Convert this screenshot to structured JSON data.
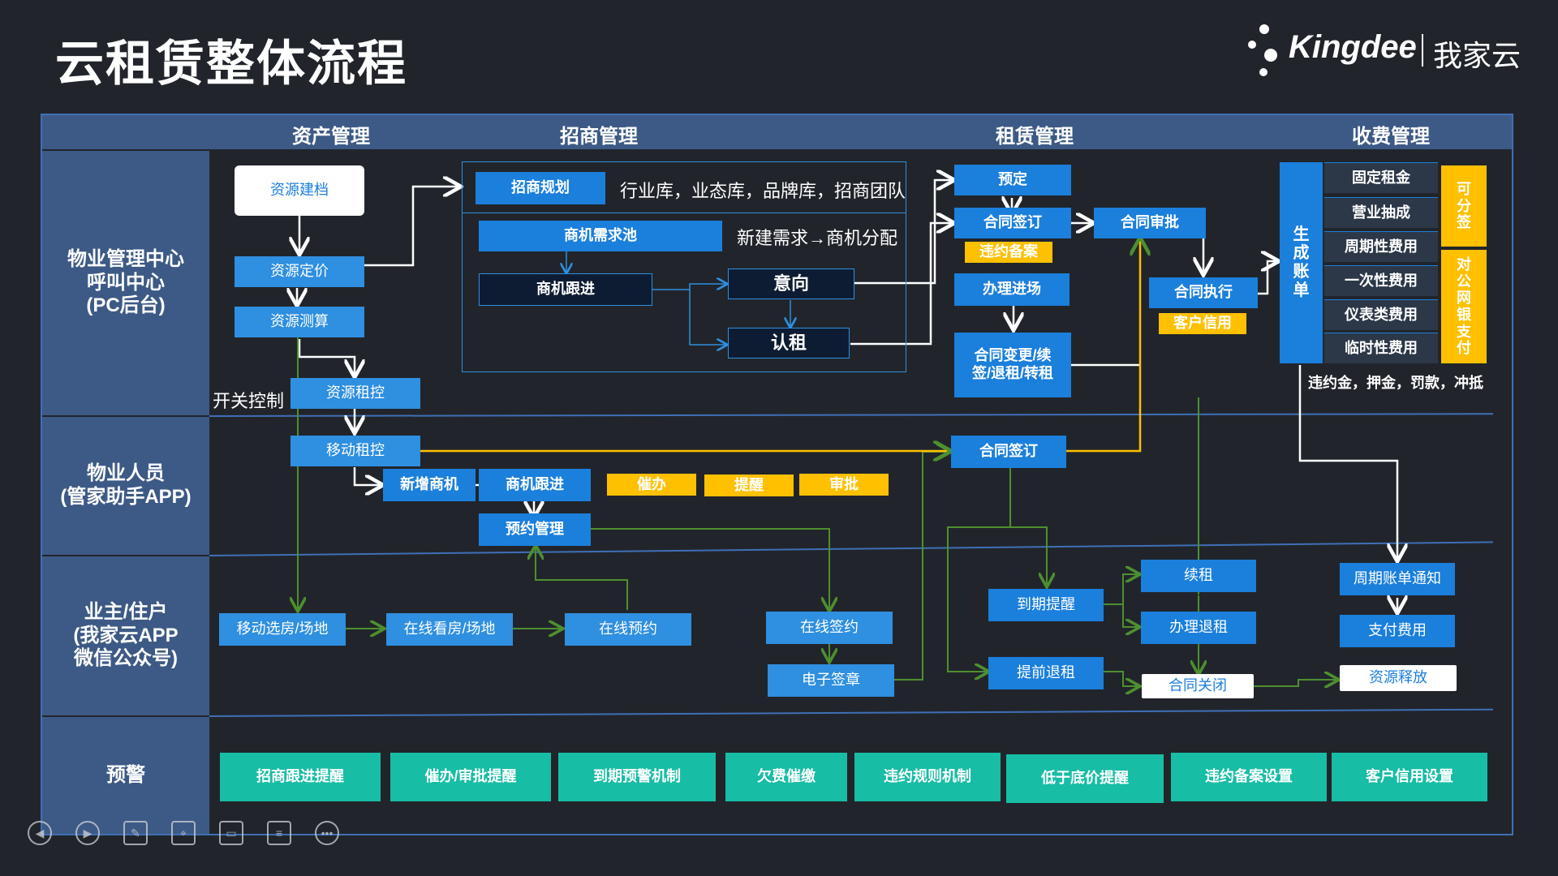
{
  "title": "云租赁整体流程",
  "logo": {
    "brand": "Kingdee",
    "product": "我家云"
  },
  "columns": [
    "资产管理",
    "招商管理",
    "租赁管理",
    "收费管理"
  ],
  "lanes": [
    "物业管理中心\n呼叫中心\n(PC后台)",
    "物业人员\n(管家助手APP)",
    "业主/住户\n(我家云APP\n微信公众号)",
    "预警"
  ],
  "asset": {
    "create": "资源建档",
    "pricing": "资源定价",
    "calc": "资源测算",
    "switch_label": "开关控制",
    "control": "资源租控",
    "mobile_control": "移动租控"
  },
  "merchant": {
    "planning": "招商规划",
    "planning_desc": "行业库，业态库，品牌库，招商团队",
    "pool": "商机需求池",
    "pool_desc": "新建需求→商机分配",
    "follow": "商机跟进",
    "intent": "意向",
    "lease_confirm": "认租",
    "new_opp": "新增商机",
    "follow_mobile": "商机跟进",
    "appointment": "预约管理",
    "urge": "催办",
    "remind": "提醒",
    "approve": "审批"
  },
  "lease": {
    "reserve": "预定",
    "sign": "合同签订",
    "breach_record": "违约备案",
    "approve": "合同审批",
    "execute": "合同执行",
    "credit": "客户信用",
    "move_in": "办理进场",
    "change": "合同变更/续\n签/退租/转租",
    "sign_mobile": "合同签订"
  },
  "fee": {
    "bill": "生\n成\n账\n单",
    "items": [
      "固定租金",
      "营业抽成",
      "周期性费用",
      "一次性费用",
      "仪表类费用",
      "临时性费用"
    ],
    "split": "可\n分\n签",
    "corporate_pay": "对\n公\n网\n银\n支\n付",
    "penalty": "违约金，押金，罚款，冲抵"
  },
  "owner": {
    "mobile_select": "移动选房/场地",
    "online_view": "在线看房/场地",
    "online_booking": "在线预约",
    "online_sign": "在线签约",
    "e_seal": "电子签章",
    "expire_remind": "到期提醒",
    "early_exit": "提前退租",
    "renew": "续租",
    "exit": "办理退租",
    "close": "合同关闭",
    "release": "资源释放",
    "bill_notice": "周期账单通知",
    "pay": "支付费用"
  },
  "warnings": [
    "招商跟进提醒",
    "催办/审批提醒",
    "到期预警机制",
    "欠费催缴",
    "违约规则机制",
    "低于底价提醒",
    "违约备案设置",
    "客户信用设置"
  ],
  "colors": {
    "blue": "#1b7fdc",
    "yellow": "#ffc000",
    "teal": "#17bda5",
    "green_line": "#4e8f2f",
    "header": "#3d5a86"
  },
  "icons": [
    "prev-icon",
    "play-icon",
    "pen-icon",
    "screenshot-icon",
    "camera-icon",
    "chat-icon",
    "more-icon"
  ]
}
